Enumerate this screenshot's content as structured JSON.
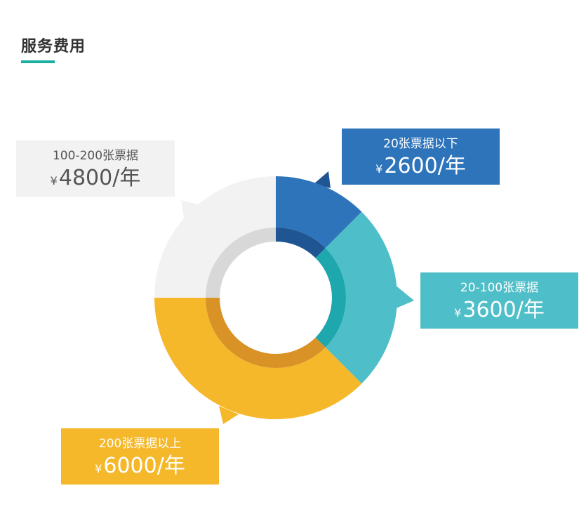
{
  "header": {
    "title": "服务费用",
    "accent_color": "#1aae9f"
  },
  "chart_data": {
    "type": "pie",
    "segments": [
      {
        "tier": "20张票据以下",
        "currency": "¥",
        "price": "2600/年",
        "share": 0.125,
        "color": "#2e74bb",
        "inner_color": "#1f5592"
      },
      {
        "tier": "20-100张票据",
        "currency": "¥",
        "price": "3600/年",
        "share": 0.25,
        "color": "#4ebec8",
        "inner_color": "#1ea7ad"
      },
      {
        "tier": "200张票据以上",
        "currency": "¥",
        "price": "6000/年",
        "share": 0.375,
        "color": "#f5b82a",
        "inner_color": "#d99226"
      },
      {
        "tier": "100-200张票据",
        "currency": "¥",
        "price": "4800/年",
        "share": 0.25,
        "color": "#f2f2f2",
        "inner_color": "#d9d8d8"
      }
    ],
    "label_colors": {
      "light_text": "#ffffff",
      "dark_text": "#555555"
    }
  }
}
